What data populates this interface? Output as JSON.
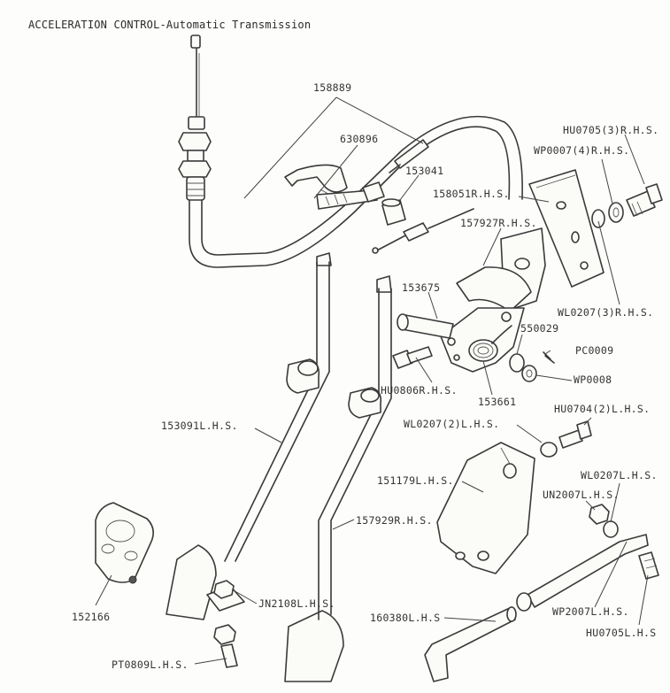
{
  "title": "ACCELERATION CONTROL-Automatic Transmission",
  "labels": {
    "p158889": "158889",
    "p630896": "630896",
    "p153041": "153041",
    "p158051": "158051R.H.S.",
    "p157927": "157927R.H.S.",
    "pHU0705": "HU0705(3)R.H.S.",
    "pWP0007": "WP0007(4)R.H.S.",
    "pWL0207R": "WL0207(3)R.H.S.",
    "p153675": "153675",
    "p550029": "550029",
    "pPC0009": "PC0009",
    "pWP0008": "WP0008",
    "pHU0806": "HU0806R.H.S.",
    "p153661": "153661",
    "pWL0207_2": "WL0207(2)L.H.S.",
    "pHU0704": "HU0704(2)L.H.S.",
    "p153091": "153091L.H.S.",
    "p151179": "151179L.H.S.",
    "pWL0207L": "WL0207L.H.S.",
    "pUN2007": "UN2007L.H.S.",
    "p157929": "157929R.H.S.",
    "p152166": "152166",
    "pJN2108": "JN2108L.H.S.",
    "pPT0809": "PT0809L.H.S.",
    "p160380": "160380L.H.S",
    "pWP2007": "WP2007L.H.S.",
    "pHU0705L": "HU0705L.H.S"
  }
}
